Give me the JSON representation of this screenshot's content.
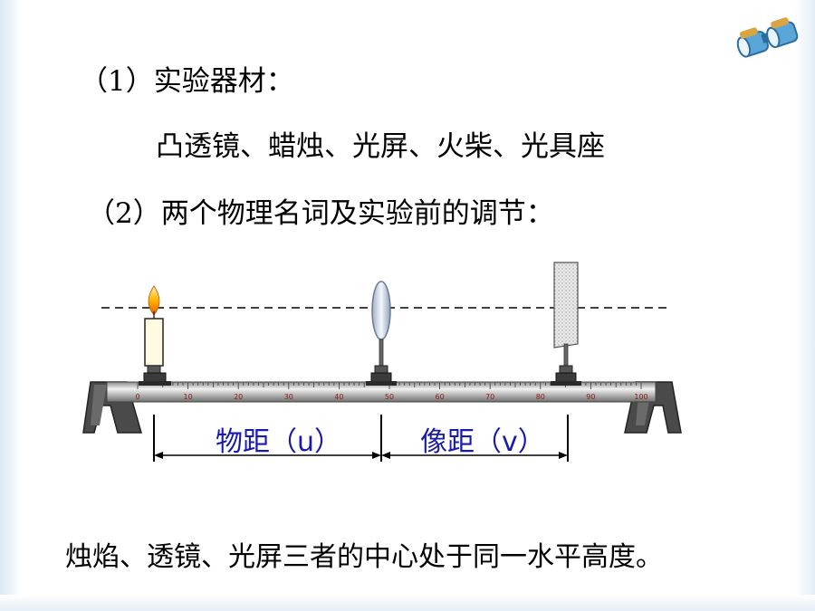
{
  "slide": {
    "title1": "（1）实验器材：",
    "materials": "凸透镜、蜡烛、光屏、火柴、光具座",
    "title2": "（2）两个物理名词及实验前的调节：",
    "conclusion": "烛焰、透镜、光屏三者的中心处于同一水平高度。"
  },
  "diagram": {
    "ruler_ticks": [
      "0",
      "10",
      "20",
      "30",
      "40",
      "50",
      "60",
      "70",
      "80",
      "90",
      "100"
    ],
    "object_distance_label": "物距（u）",
    "image_distance_label": "像距（v）",
    "label_color": "#1a1aa8"
  },
  "icons": {
    "corner": "binoculars-icon"
  }
}
